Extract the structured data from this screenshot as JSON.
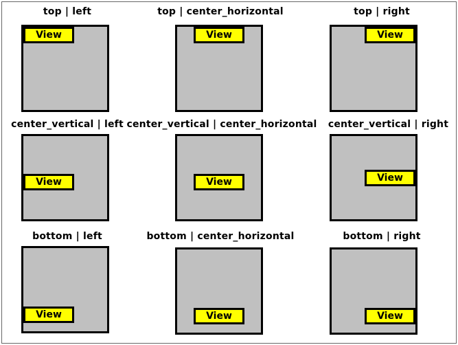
{
  "colors": {
    "box_fill": "#c0c0c0",
    "view_fill": "#ffff00",
    "border": "#000000"
  },
  "cells": [
    {
      "label": "top | left",
      "view": "View"
    },
    {
      "label": "top | center_horizontal",
      "view": "View"
    },
    {
      "label": "top | right",
      "view": "View"
    },
    {
      "label": "center_vertical | left",
      "view": "View"
    },
    {
      "label": "center_vertical | center_horizontal",
      "view": "View"
    },
    {
      "label": "center_vertical | right",
      "view": "View"
    },
    {
      "label": "bottom | left",
      "view": "View"
    },
    {
      "label": "bottom | center_horizontal",
      "view": "View"
    },
    {
      "label": "bottom | right",
      "view": "View"
    }
  ]
}
